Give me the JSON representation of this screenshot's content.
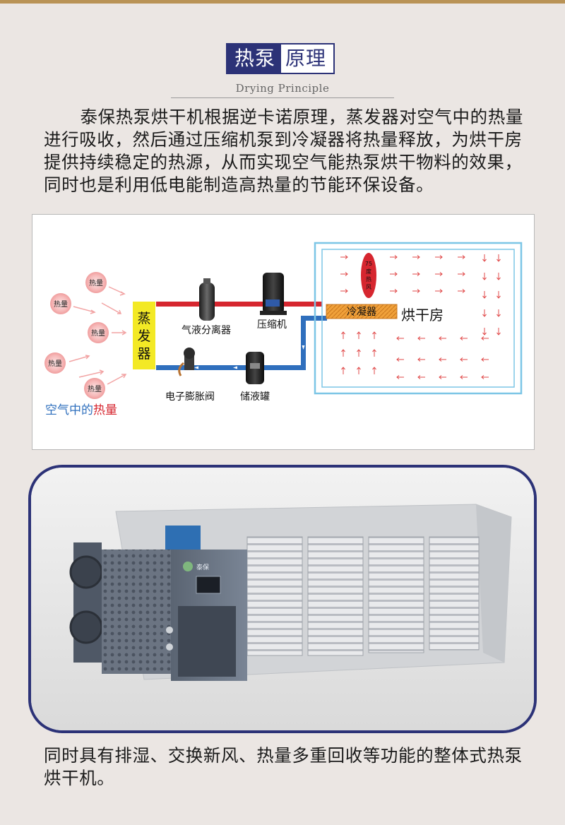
{
  "header": {
    "title_part1": "热泵",
    "title_part2": "原理",
    "subtitle": "Drying Principle"
  },
  "intro_text": "泰保热泵烘干机根据逆卡诺原理，蒸发器对空气中的热量进行吸收，然后通过压缩机泵到冷凝器将热量释放，为烘干房提供持续稳定的热源，从而实现空气能热泵烘干物料的效果，同时也是利用低电能制造高热量的节能环保设备。",
  "diagram": {
    "heat_bubble_label": "热量",
    "evaporator_label": "蒸发器",
    "gas_liquid_separator_label": "气液分离器",
    "compressor_label": "压缩机",
    "condenser_label": "冷凝器",
    "drying_room_label": "烘干房",
    "expansion_valve_label": "电子膨胀阀",
    "receiver_label": "储液罐",
    "air_heat_blue": "空气中的",
    "air_heat_red": "热量",
    "hot_air_label": "75度热风",
    "colors": {
      "hot_pipe": "#d6262f",
      "cold_pipe": "#2f6fbd",
      "room_border": "#7cc6e6",
      "evaporator": "#f3e925",
      "condenser": "#f0a13a"
    }
  },
  "photo": {
    "logo_text": "泰保"
  },
  "bottom_text": "同时具有排湿、交换新风、热量多重回收等功能的整体式热泵烘干机。"
}
